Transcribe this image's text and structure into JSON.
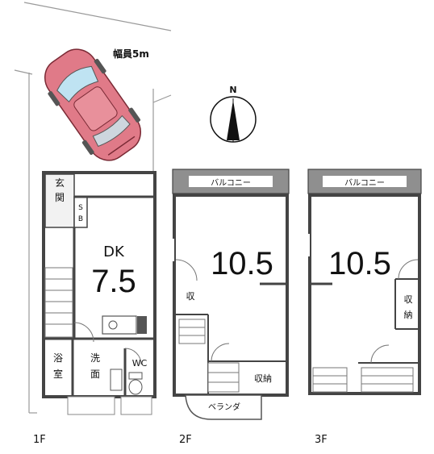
{
  "road_width": "幅員5m",
  "north": "N",
  "floors": [
    {
      "name": "1F",
      "rooms": {
        "entrance": [
          "玄",
          "関"
        ],
        "sb": [
          "S",
          "B"
        ],
        "dk_label": "DK",
        "dk_size": "7.5",
        "bath": [
          "浴",
          "室"
        ],
        "washroom": [
          "洗",
          "面"
        ],
        "wc": "WC"
      }
    },
    {
      "name": "2F",
      "rooms": {
        "balcony": "バルコニー",
        "size": "10.5",
        "storage_small": "収",
        "storage": "収納",
        "veranda": "ベランダ"
      }
    },
    {
      "name": "3F",
      "rooms": {
        "balcony": "バルコニー",
        "size": "10.5",
        "storage": [
          "収",
          "納"
        ]
      }
    }
  ],
  "colors": {
    "car_body": "#e07a88",
    "balcony_fill": "#8f8f8f",
    "wall": "#333333"
  }
}
